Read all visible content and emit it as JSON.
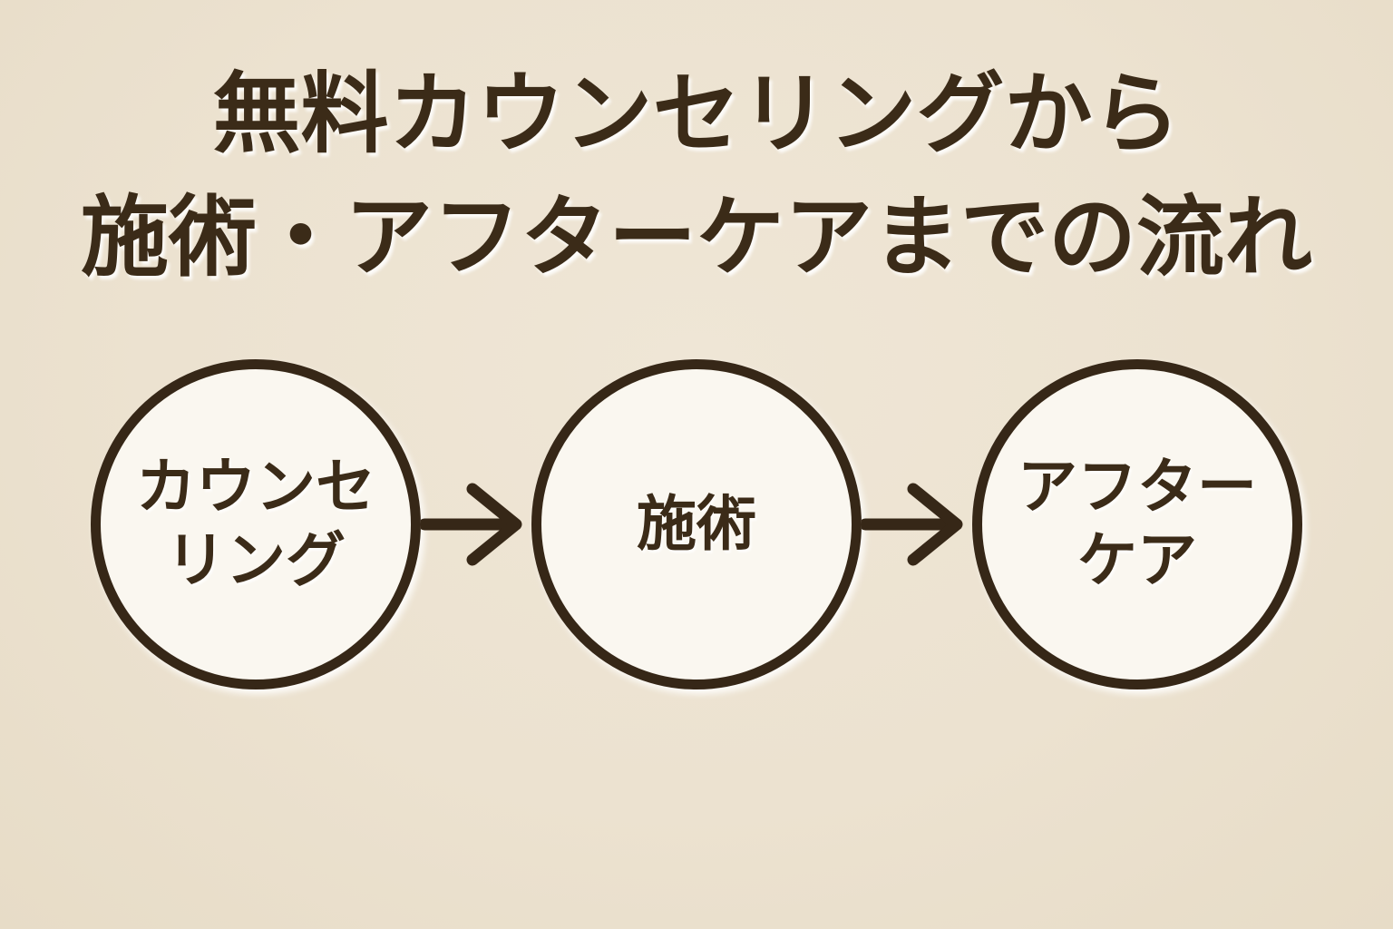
{
  "title": {
    "line1": "無料カウンセリングから",
    "line2": "施術・アフターケアまでの流れ"
  },
  "steps": [
    {
      "name": "counseling",
      "line1": "カウンセ",
      "line2": "リング"
    },
    {
      "name": "treatment",
      "line1": "施術"
    },
    {
      "name": "aftercare",
      "line1": "アフター",
      "line2": "ケア"
    }
  ],
  "arrows": [
    {
      "icon": "right-arrow-icon"
    },
    {
      "icon": "right-arrow-icon"
    }
  ],
  "colors": {
    "background": "#ece2d0",
    "circle_fill": "#faf7f0",
    "stroke_brown": "#362717",
    "text_brown": "#3b2b18"
  }
}
